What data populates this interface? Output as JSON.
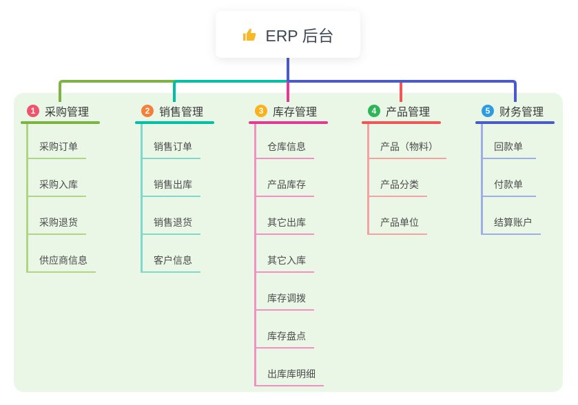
{
  "root": {
    "label": "ERP 后台",
    "icon": "thumbs-up-icon",
    "icon_color": "#f7b928",
    "connector_color": "#4a5ac9"
  },
  "canvas": {
    "background": "#ffffff",
    "panel_background": "#eaf6e6"
  },
  "branches": [
    {
      "number": "1",
      "label": "采购管理",
      "badge_color": "#f0546a",
      "line_color": "#7cb342",
      "light_color": "#aed581",
      "children": [
        "采购订单",
        "采购入库",
        "采购退货",
        "供应商信息"
      ]
    },
    {
      "number": "2",
      "label": "销售管理",
      "badge_color": "#f5803b",
      "line_color": "#00bfa5",
      "light_color": "#80d8cd",
      "children": [
        "销售订单",
        "销售出库",
        "销售退货",
        "客户信息"
      ]
    },
    {
      "number": "3",
      "label": "库存管理",
      "badge_color": "#f9b11c",
      "line_color": "#e23a97",
      "light_color": "#f48fc4",
      "children": [
        "仓库信息",
        "产品库存",
        "其它出库",
        "其它入库",
        "库存调拨",
        "库存盘点",
        "出库库明细"
      ]
    },
    {
      "number": "4",
      "label": "产品管理",
      "badge_color": "#2fb558",
      "line_color": "#ef5656",
      "light_color": "#f7a0a0",
      "children": [
        "产品（物料）",
        "产品分类",
        "产品单位"
      ]
    },
    {
      "number": "5",
      "label": "财务管理",
      "badge_color": "#2d9ce0",
      "line_color": "#4a5ac9",
      "light_color": "#9daee6",
      "children": [
        "回款单",
        "付款单",
        "结算账户"
      ]
    }
  ]
}
